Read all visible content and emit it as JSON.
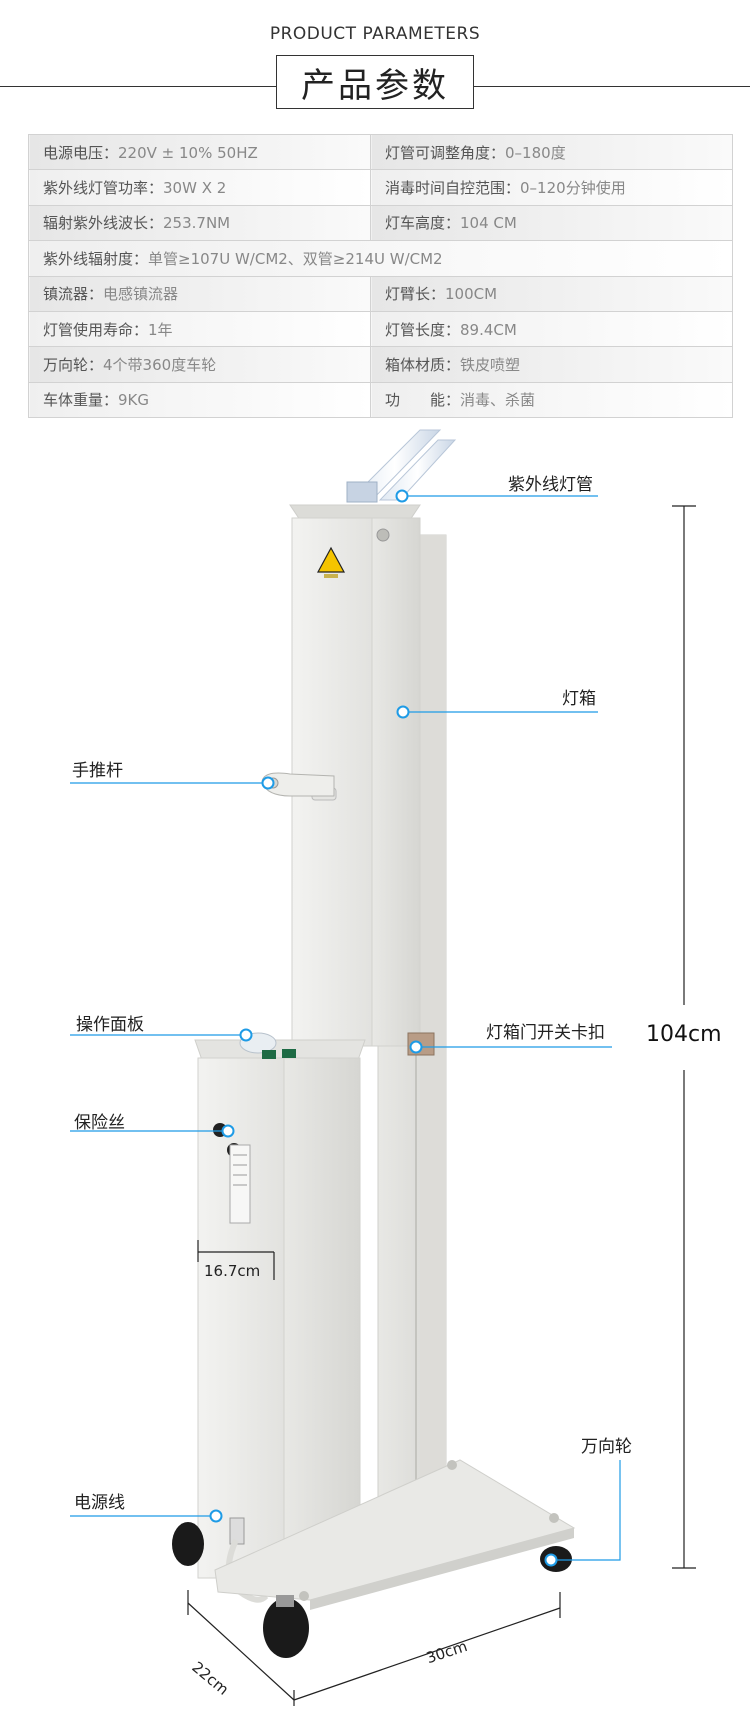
{
  "header": {
    "subtitle_en": "PRODUCT PARAMETERS",
    "title": "产品参数"
  },
  "specs": [
    [
      {
        "label": "电源电压：",
        "value": "220V ± 10% 50HZ"
      },
      {
        "label": "灯管可调整角度：",
        "value": "0–180度"
      }
    ],
    [
      {
        "label": "紫外线灯管功率：",
        "value": "30W X 2"
      },
      {
        "label": "消毒时间自控范围：",
        "value": "0–120分钟使用"
      }
    ],
    [
      {
        "label": "辐射紫外线波长：",
        "value": "253.7NM"
      },
      {
        "label": "灯车高度：",
        "value": "104 CM"
      }
    ],
    [
      {
        "label": "紫外线辐射度：",
        "value": "单管≥107U W/CM2、双管≥214U W/CM2"
      }
    ],
    [
      {
        "label": "镇流器：",
        "value": "电感镇流器"
      },
      {
        "label": "灯臂长：",
        "value": "100CM"
      }
    ],
    [
      {
        "label": "灯管使用寿命：",
        "value": "1年"
      },
      {
        "label": "灯管长度：",
        "value": "89.4CM"
      }
    ],
    [
      {
        "label": "万向轮：",
        "value": "4个带360度车轮"
      },
      {
        "label": "箱体材质：",
        "value": "铁皮喷塑"
      }
    ],
    [
      {
        "label": "车体重量：",
        "value": "9KG"
      },
      {
        "label": "功　　能：",
        "value": "消毒、杀菌"
      }
    ]
  ],
  "callouts": {
    "uv_tube": "紫外线灯管",
    "lamp_box": "灯箱",
    "push_handle": "手推杆",
    "control_panel": "操作面板",
    "lamp_box_latch": "灯箱门开关卡扣",
    "fuse": "保险丝",
    "caster": "万向轮",
    "power_cord": "电源线"
  },
  "dimensions": {
    "height": "104cm",
    "base_width": "16.7cm",
    "depth": "22cm",
    "length": "30cm"
  },
  "colors": {
    "callout_line": "#1e9be6",
    "body": "#ececea",
    "accent_warning": "#f5c400"
  }
}
